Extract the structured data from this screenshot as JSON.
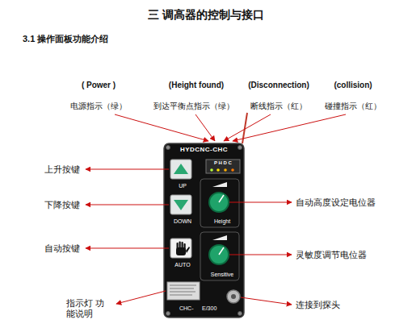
{
  "diagram": {
    "title": "三 调高器的控制与接口",
    "nodes": [
      {
        "text": [
          "HYDCNC-CHC"
        ]
      },
      {
        "text": [
          "P H D C"
        ],
        "in": 0
      },
      {
        "text": [
          "UP"
        ],
        "in": 0
      },
      {
        "text": [
          "DOWN"
        ],
        "in": 0
      },
      {
        "text": [
          "Height"
        ],
        "in": 0
      },
      {
        "text": [
          "AUTO"
        ],
        "in": 0
      },
      {
        "text": [
          "Sensitive"
        ],
        "in": 0
      }
    ],
    "labels": [
      "3.1 操作面板功能介绍",
      "( Power )",
      "(Height found)",
      "(Disconnection)",
      "(collision)",
      "电源指示（绿）",
      "到达平衡点指示（绿）",
      "断线指示（红）",
      "碰撞指示（红）",
      "上升按键",
      "下降按键",
      "自动按键",
      "指示灯 功能说明",
      "自动高度设定电位器",
      "灵敏度调节电位器",
      "连接到探头",
      "CHC-",
      "E/300"
    ]
  }
}
